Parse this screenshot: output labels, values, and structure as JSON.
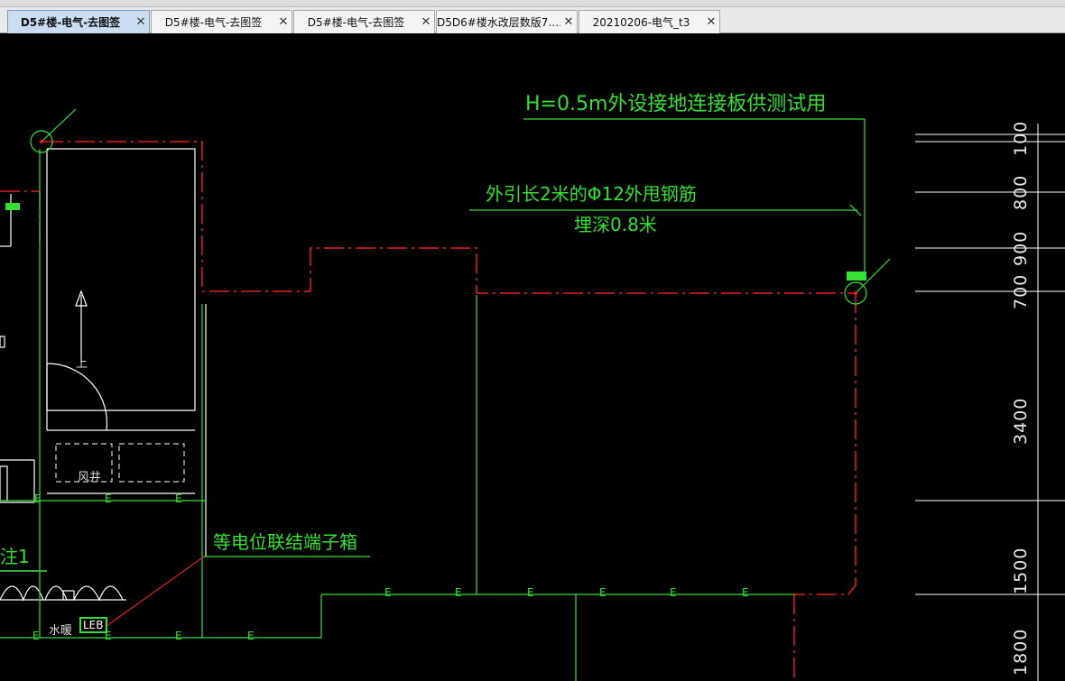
{
  "tabs": [
    {
      "label": "D5#楼-电气-去图签",
      "close": "✕",
      "active": true
    },
    {
      "label": "D5#楼-电气-去图签",
      "close": "✕",
      "active": false
    },
    {
      "label": "D5#楼-电气-去图签",
      "close": "✕",
      "active": false
    },
    {
      "label": "D5D6#楼水改层数版7.…",
      "close": "✕",
      "active": false
    },
    {
      "label": "20210206-电气_t3",
      "close": "✕",
      "active": false
    }
  ],
  "drawing": {
    "annotation_top": "H=0.5m外设接地连接板供测试用",
    "annotation_rebar_line1": "外引长2米的Φ12外甩钢筋",
    "annotation_rebar_line2": "埋深0.8米",
    "annotation_terminal_box": "等电位联结端子箱",
    "label_air_shaft": "风井",
    "label_water_heating": "水暖",
    "label_up": "上",
    "label_note": "注1",
    "label_leb": "LEB",
    "ground_marker": "E",
    "colors": {
      "green": "#35e035",
      "red": "#e02020",
      "white": "#ffffff",
      "background": "#000000"
    }
  },
  "dimensions": [
    "100",
    "800",
    "900",
    "700",
    "3400",
    "1500",
    "1800"
  ]
}
